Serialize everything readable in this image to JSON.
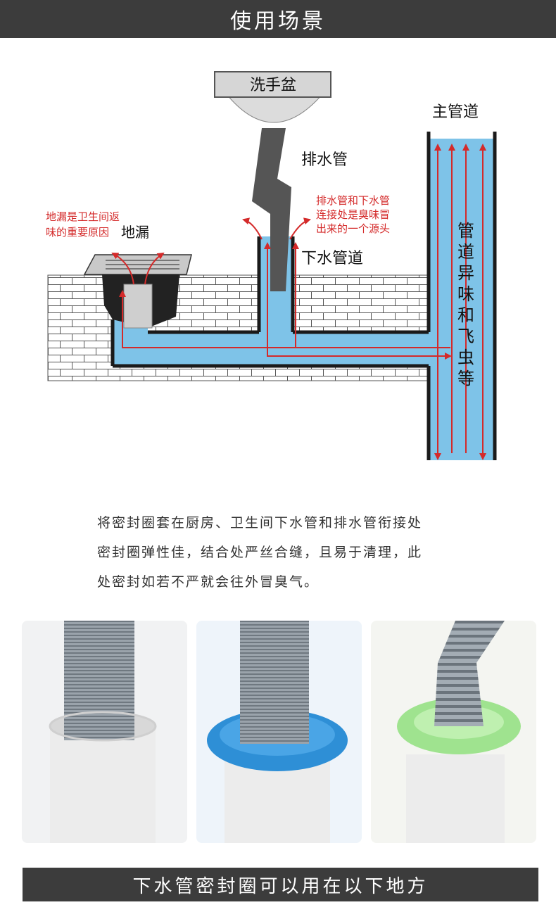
{
  "header": {
    "title": "使用场景"
  },
  "diagram": {
    "basin_label": "洗手盆",
    "drain_pipe_label": "排水管",
    "main_pipe_label": "主管道",
    "floor_drain_label": "地漏",
    "floor_drain_note": [
      "地漏是卫生间返",
      "味的重要原因"
    ],
    "joint_note": [
      "排水管和下水管",
      "连接处是臭味冒",
      "出来的一个源头"
    ],
    "sewer_pipe_label": "下水管道",
    "main_pipe_note": [
      "管",
      "道",
      "异",
      "味",
      "和",
      "飞",
      "虫",
      "等"
    ],
    "colors": {
      "water": "#7ec3e8",
      "arrow": "#d42a2a",
      "pipe_wall": "#1a1a1a",
      "brick_line": "#555555"
    }
  },
  "description": {
    "lines": [
      "将密封圈套在厨房、卫生间下水管和排水管衔接处",
      "密封圈弹性佳，结合处严丝合缝，且易于清理，此",
      "处密封如若不严就会往外冒臭气。"
    ]
  },
  "photos": [
    {
      "ring": "none"
    },
    {
      "ring": "blue",
      "color": "#2e8fd6"
    },
    {
      "ring": "green",
      "color": "#9fe38f"
    }
  ],
  "footer": {
    "title": "下水管密封圈可以用在以下地方"
  }
}
